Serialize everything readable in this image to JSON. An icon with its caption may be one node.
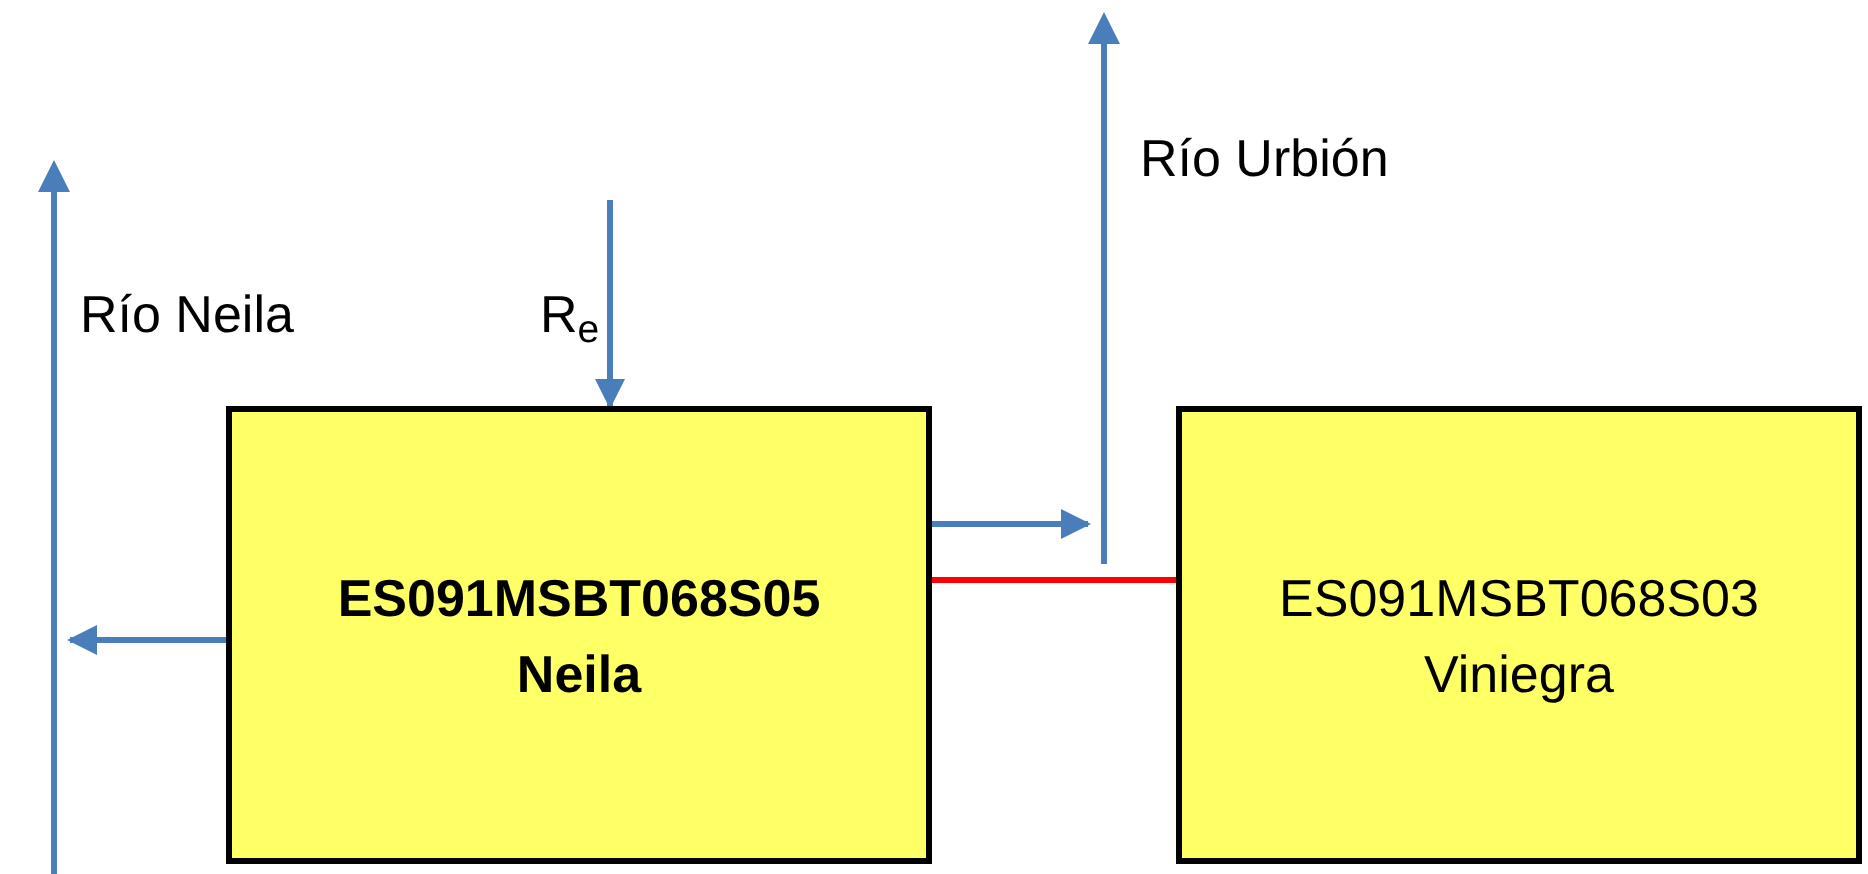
{
  "diagram": {
    "nodes": [
      {
        "text": [
          "ES091MSBT068S05",
          "Neila"
        ]
      },
      {
        "text": [
          "ES091MSBT068S03",
          "Viniegra"
        ]
      },
      {
        "text": [],
        "shape": "bar",
        "beside": [
          "Río Neila"
        ]
      },
      {
        "text": [],
        "shape": "bar",
        "beside": [
          "Río Urbión"
        ]
      }
    ],
    "edges": [
      {
        "from": null,
        "to": 0,
        "arrow": "to",
        "label": "R$_{e}$"
      },
      {
        "from": 0,
        "to": 2,
        "arrow": "to"
      },
      {
        "from": 0,
        "to": 3,
        "arrow": "to"
      },
      {
        "from": 0,
        "to": 1,
        "arrow": "none",
        "color": "#ff0000"
      }
    ]
  }
}
